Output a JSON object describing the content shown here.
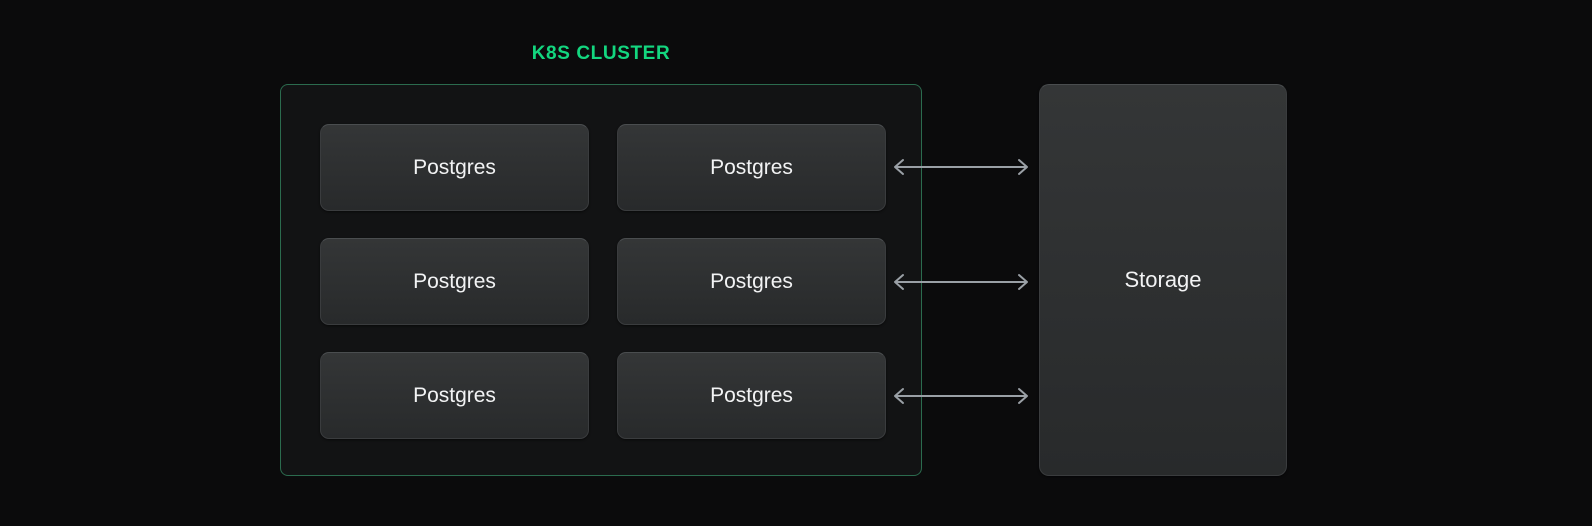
{
  "diagram": {
    "background_color": "#0b0b0c",
    "cluster": {
      "title": "K8S CLUSTER",
      "title_color": "#13d67f",
      "border_color": "#2b6b4e",
      "panel_color": "#121314",
      "pods": [
        {
          "label": "Postgres"
        },
        {
          "label": "Postgres"
        },
        {
          "label": "Postgres"
        },
        {
          "label": "Postgres"
        },
        {
          "label": "Postgres"
        },
        {
          "label": "Postgres"
        }
      ]
    },
    "storage": {
      "label": "Storage",
      "fill_color": "#2f3132"
    },
    "connections": [
      {
        "name": "pod-storage-link-1",
        "style": "double-headed-arrow",
        "color": "#9aa0a6"
      },
      {
        "name": "pod-storage-link-2",
        "style": "double-headed-arrow",
        "color": "#9aa0a6"
      },
      {
        "name": "pod-storage-link-3",
        "style": "double-headed-arrow",
        "color": "#9aa0a6"
      }
    ]
  }
}
